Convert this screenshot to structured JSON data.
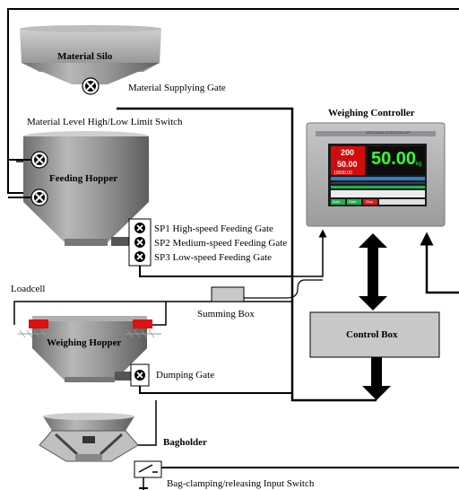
{
  "labels": {
    "material_silo": "Material Silo",
    "material_supplying_gate": "Material Supplying Gate",
    "level_switch": "Material Level High/Low Limit Switch",
    "feeding_hopper": "Feeding Hopper",
    "sp1": "SP1 High-speed Feeding Gate",
    "sp2": "SP2 Medium-speed Feeding Gate",
    "sp3": "SP3 Low-speed Feeding Gate",
    "loadcell": "Loadcell",
    "summing_box": "Summing Box",
    "weighing_hopper": "Weighing Hopper",
    "dumping_gate": "Dumping Gate",
    "bagholder": "Bagholder",
    "bag_switch": "Bag-clamping/releasing Input Switch",
    "weighing_controller": "Weighing Controller",
    "control_box": "Control Box"
  },
  "controller": {
    "header": "WEIGHING CONTROLLER",
    "sp_value": "200",
    "target_value": "50.00",
    "total_value": "10000.00",
    "main_weight": "50.00",
    "unit": "kg",
    "buttons": [
      "Auto",
      "Start",
      "Stop"
    ]
  },
  "colors": {
    "hopper_gray": "#8a8a8a",
    "controller_frame": "#a9abad",
    "screen_dark": "#1a1a1a",
    "weight_green": "#33ff33",
    "loadcell_red": "#dd1111",
    "control_box_fill": "#c8c8c8"
  }
}
